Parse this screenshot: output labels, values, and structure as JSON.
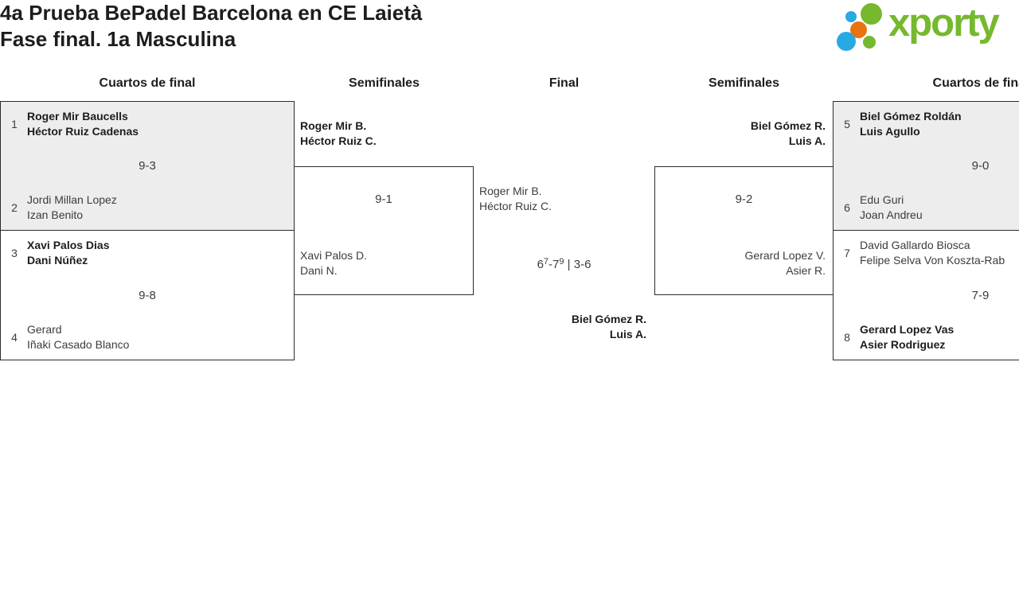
{
  "header": {
    "title_line1": "4a Prueba BePadel Barcelona en CE Laietà",
    "title_line2": "Fase final. 1a Masculina",
    "logo_text": "xporty"
  },
  "colors": {
    "logo_green": "#76b82e",
    "logo_blue": "#29a9e1",
    "logo_orange": "#e8740f",
    "box_fill_gray": "#ededed",
    "box_border": "#2b2b2b",
    "winner_text": "#1d1d1b",
    "loser_text": "#3c3c3b"
  },
  "round_headers": [
    "Cuartos de final",
    "Semifinales",
    "Final",
    "Semifinales",
    "Cuartos de final"
  ],
  "bracket": {
    "qf_left_top": {
      "seed1": "1",
      "team1_p1": "Roger Mir Baucells",
      "team1_p2": "Héctor Ruiz Cadenas",
      "score": "9-3",
      "seed2": "2",
      "team2_p1": "Jordi Millan Lopez",
      "team2_p2": "Izan Benito"
    },
    "qf_left_bottom": {
      "seed1": "3",
      "team1_p1": "Xavi Palos Dias",
      "team1_p2": "Dani Núñez",
      "score": "9-8",
      "seed2": "4",
      "team2_p1": "Gerard",
      "team2_p2": "Iñaki Casado Blanco"
    },
    "qf_right_top": {
      "seed1": "5",
      "team1_p1": "Biel Gómez Roldán",
      "team1_p2": "Luis Agullo",
      "score": "9-0",
      "seed2": "6",
      "team2_p1": "Edu Guri",
      "team2_p2": "Joan Andreu"
    },
    "qf_right_bottom": {
      "seed1": "7",
      "team1_p1": "David Gallardo Biosca",
      "team1_p2": "Felipe Selva Von Koszta-Rab",
      "score": "7-9",
      "seed2": "8",
      "team2_p1": "Gerard Lopez Vas",
      "team2_p2": "Asier Rodriguez"
    },
    "sf_left": {
      "team1_p1": "Roger Mir B.",
      "team1_p2": "Héctor Ruiz C.",
      "score": "9-1",
      "team2_p1": "Xavi Palos D.",
      "team2_p2": "Dani N."
    },
    "sf_right": {
      "team1_p1": "Biel Gómez R.",
      "team1_p2": "Luis A.",
      "score": "9-2",
      "team2_p1": "Gerard Lopez V.",
      "team2_p2": "Asier R."
    },
    "final": {
      "team1_p1": "Roger Mir B.",
      "team1_p2": "Héctor Ruiz C.",
      "score_main1": "6",
      "score_sup1": "7",
      "score_main2": "-7",
      "score_sup2": "9",
      "score_rest": " | 3-6",
      "team2_p1": "Biel Gómez R.",
      "team2_p2": "Luis A."
    }
  }
}
